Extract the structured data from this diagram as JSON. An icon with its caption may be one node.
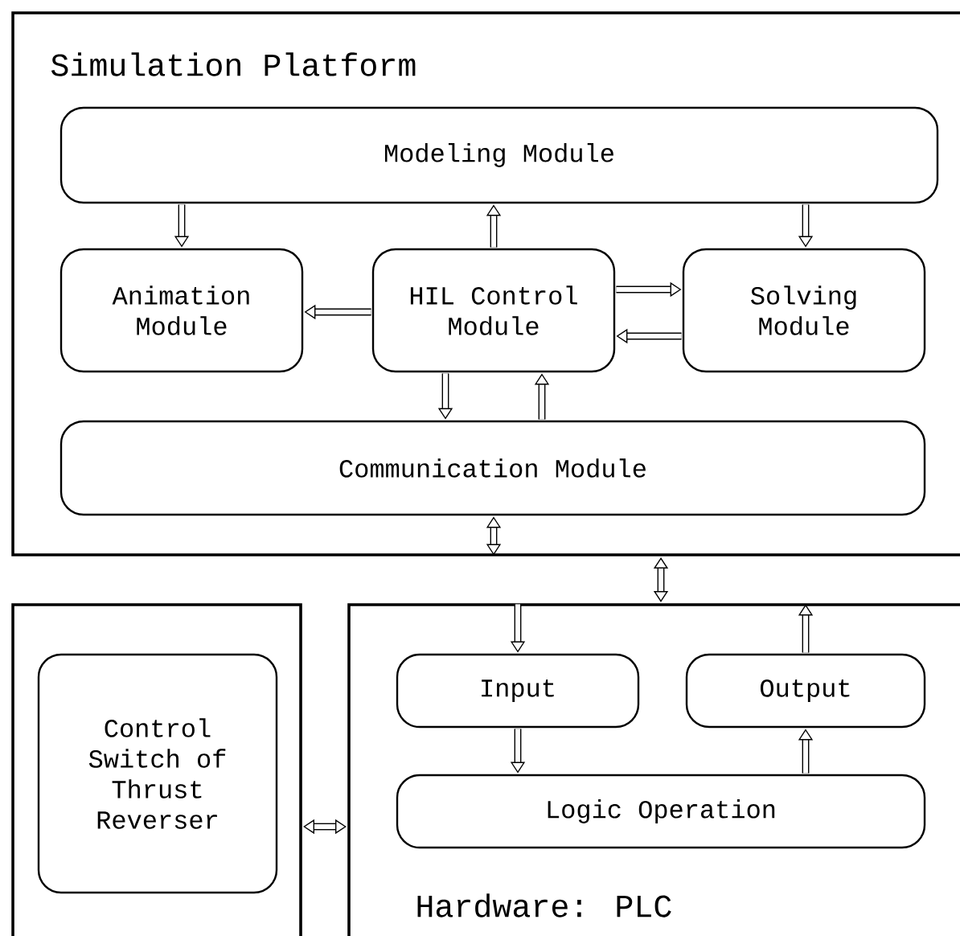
{
  "diagram": {
    "nodes": [
      {
        "text": [
          "Simulation Platform"
        ]
      },
      {
        "text": [
          "Modeling Module"
        ],
        "in": 0
      },
      {
        "text": [
          "Animation Module"
        ],
        "in": 0
      },
      {
        "text": [
          "HIL Control Module"
        ],
        "in": 0
      },
      {
        "text": [
          "Solving Module"
        ],
        "in": 0
      },
      {
        "text": [
          "Communication Module"
        ],
        "in": 0
      },
      {
        "text": [],
        "shape": "box"
      },
      {
        "text": [
          "Control Switch of Thrust Reverser"
        ],
        "in": 6
      },
      {
        "text": [
          "Hardware: PLC"
        ]
      },
      {
        "text": [
          "Input"
        ],
        "in": 8
      },
      {
        "text": [
          "Output"
        ],
        "in": 8
      },
      {
        "text": [
          "Logic Operation"
        ],
        "in": 8
      }
    ],
    "edges": [
      {
        "from": 1,
        "to": 2,
        "arrow": "to"
      },
      {
        "from": 3,
        "to": 1,
        "arrow": "to"
      },
      {
        "from": 1,
        "to": 4,
        "arrow": "to"
      },
      {
        "from": 3,
        "to": 2,
        "arrow": "to"
      },
      {
        "from": 3,
        "to": 4,
        "arrow": "to"
      },
      {
        "from": 4,
        "to": 3,
        "arrow": "to"
      },
      {
        "from": 3,
        "to": 5,
        "arrow": "to"
      },
      {
        "from": 5,
        "to": 3,
        "arrow": "to"
      },
      {
        "from": 5,
        "to": 0,
        "arrow": "both"
      },
      {
        "from": 0,
        "to": 8,
        "arrow": "both"
      },
      {
        "from": 6,
        "to": 8,
        "arrow": "both"
      },
      {
        "from": 8,
        "to": 9,
        "arrow": "to"
      },
      {
        "from": 10,
        "to": 8,
        "arrow": "to"
      },
      {
        "from": 9,
        "to": 11,
        "arrow": "to"
      },
      {
        "from": 11,
        "to": 10,
        "arrow": "to"
      }
    ]
  }
}
